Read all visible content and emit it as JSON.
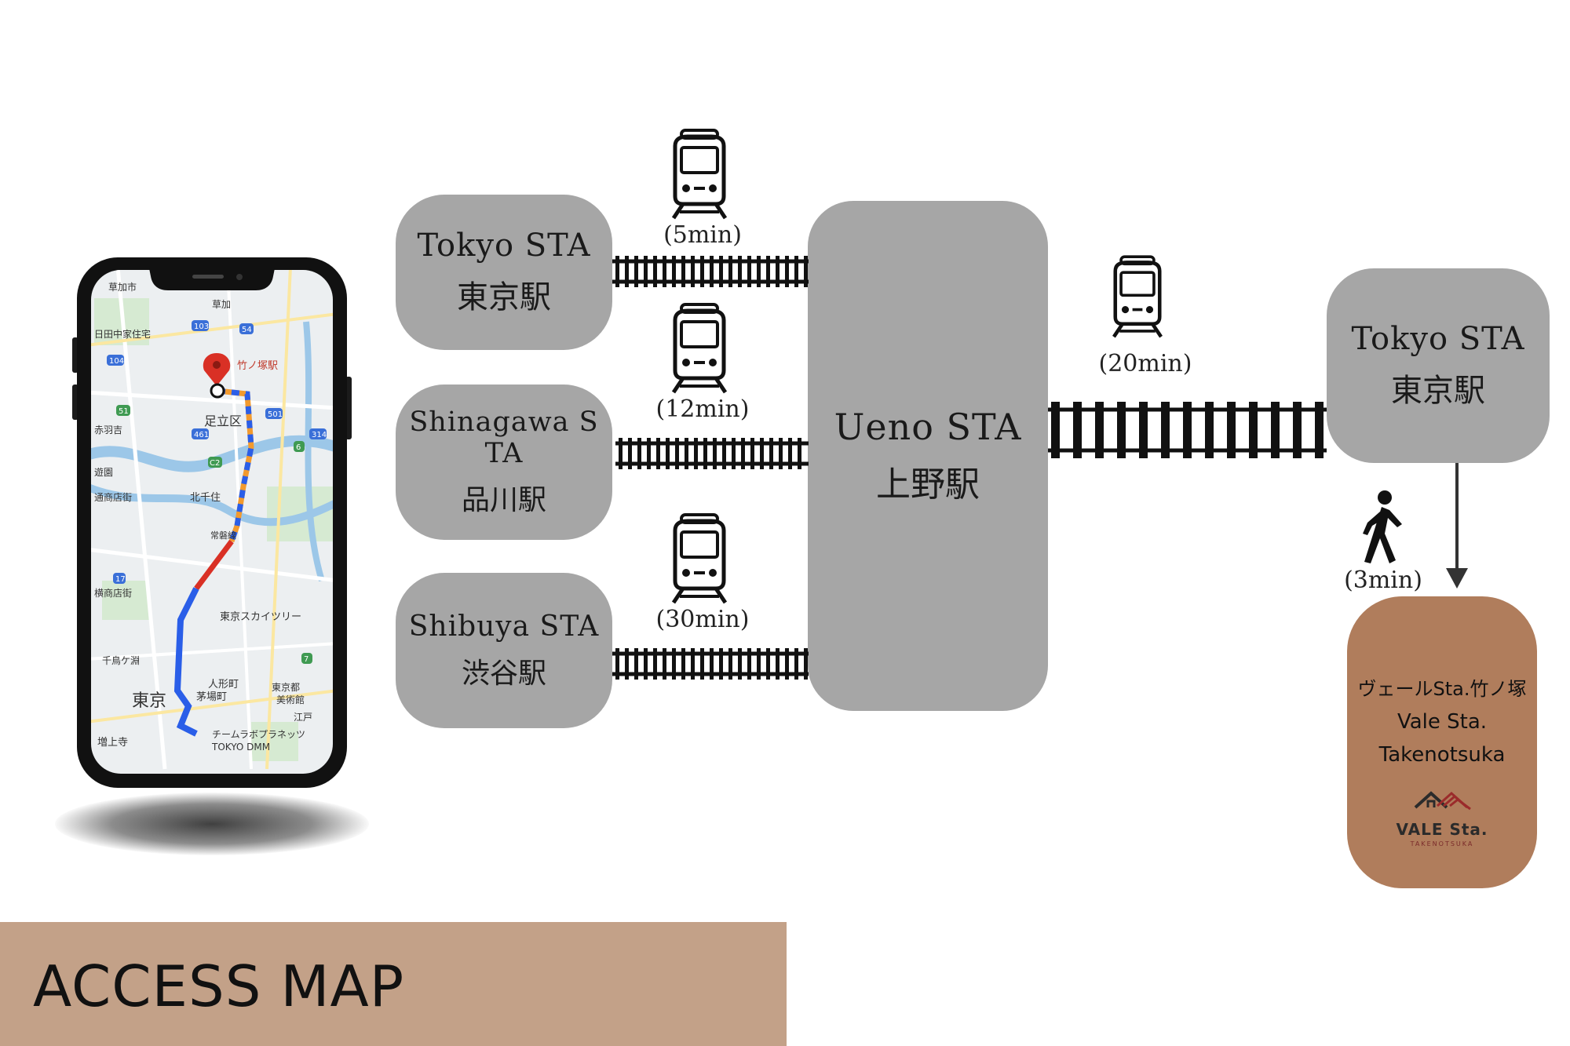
{
  "stations": {
    "tokyo_left": {
      "en": "Tokyo STA",
      "jp": "東京駅"
    },
    "shinagawa": {
      "en": "Shinagawa S TA",
      "jp": "品川駅"
    },
    "shibuya": {
      "en": "Shibuya STA",
      "jp": "渋谷駅"
    },
    "ueno": {
      "en": "Ueno STA",
      "jp": "上野駅"
    },
    "tokyo_right": {
      "en": "Tokyo STA",
      "jp": "東京駅"
    }
  },
  "durations": {
    "tokyo_to_ueno": "(5min)",
    "shinagawa_to_ueno": "(12min)",
    "shibuya_to_ueno": "(30min)",
    "ueno_to_tokyo": "(20min)",
    "walk": "(3min)"
  },
  "destination": {
    "name_jp": "ヴェールSta.竹ノ塚",
    "name_en_1": "Vale Sta.",
    "name_en_2": "Takenotsuka",
    "logo_text": "VALE Sta.",
    "logo_sub": "TAKENOTSUKA"
  },
  "map": {
    "pin_label": "竹ノ塚駅",
    "labels": [
      "足立区",
      "北千住",
      "東京",
      "東京スカイツリー",
      "人形町",
      "茅場町",
      "草加市",
      "草加",
      "赤羽吉",
      "日田中家住宅",
      "常磐線",
      "千鳥ケ淵",
      "東京都",
      "美術館",
      "江戸",
      "増上寺",
      "チームラボプラネッツ",
      "TOKYO DMM",
      "横商店街",
      "通商店街",
      "遊園"
    ],
    "route_badges": [
      "103",
      "54",
      "104",
      "51",
      "501",
      "461",
      "314",
      "C2",
      "17",
      "7",
      "6"
    ]
  },
  "footer": {
    "title": "ACCESS MAP"
  },
  "colors": {
    "station_box": "#a6a6a6",
    "destination_box": "#b07d5c",
    "banner": "#c3a188",
    "route_blue": "#2a5ee8",
    "route_orange": "#f29a2e",
    "route_red": "#d93025"
  },
  "icons": [
    "train-icon",
    "walking-person-icon",
    "map-pin-icon",
    "house-logo-icon"
  ]
}
